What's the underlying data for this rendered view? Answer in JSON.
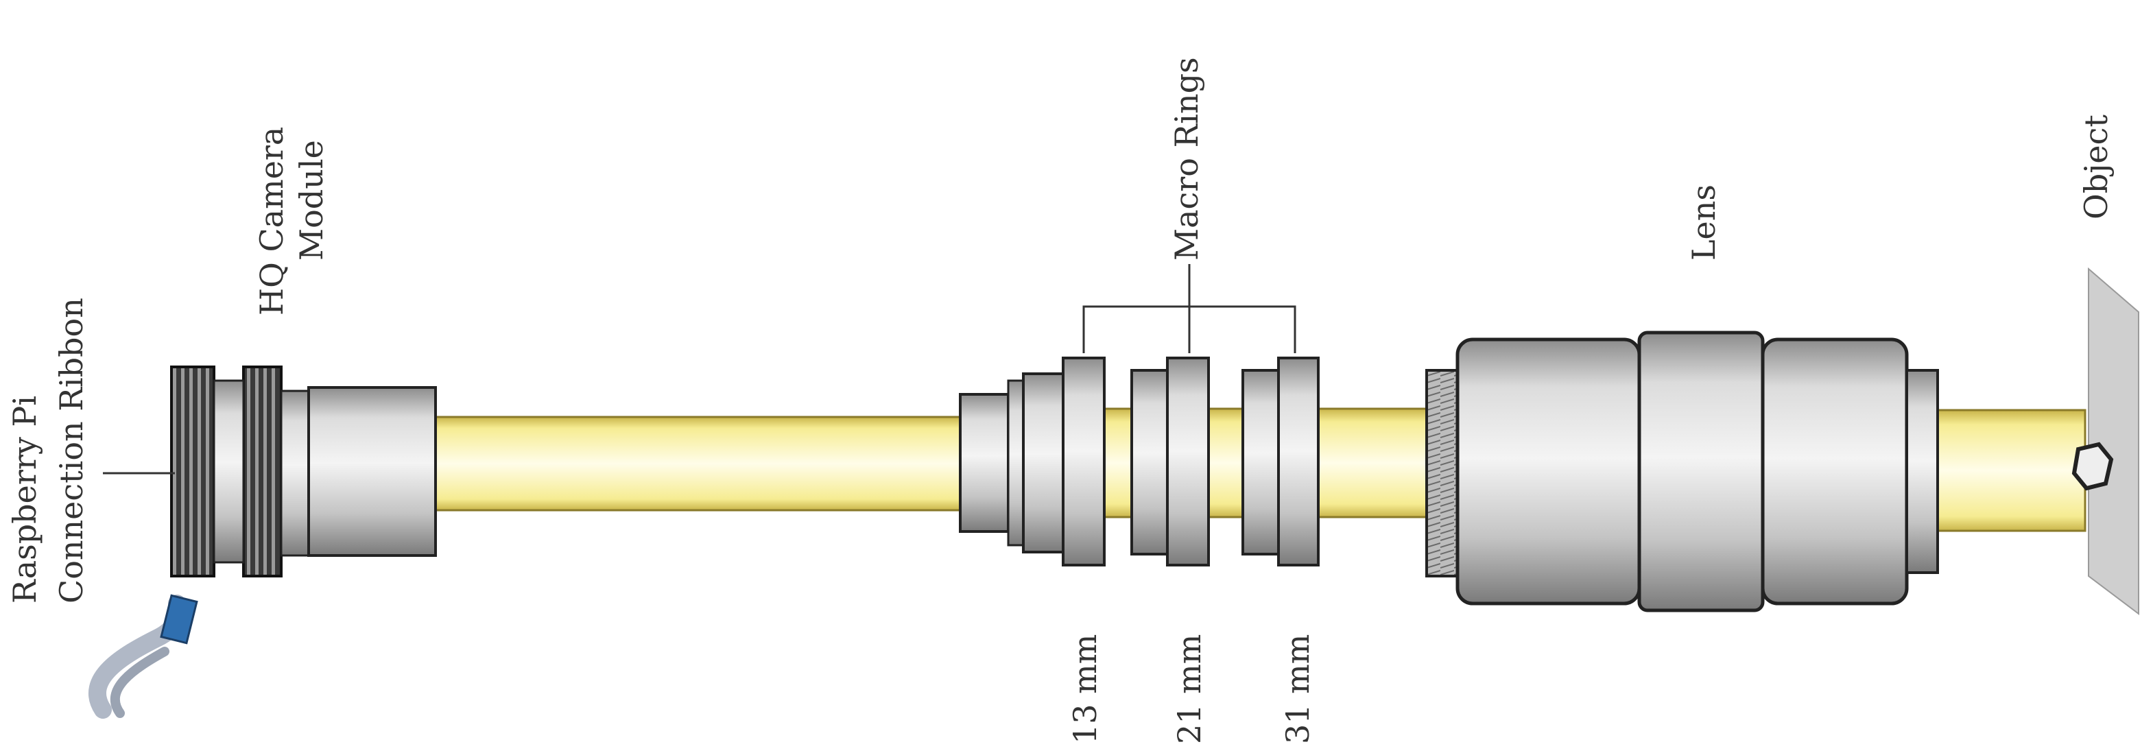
{
  "labels": {
    "ribbon": [
      "Raspberry Pi",
      "Connection Ribbon"
    ],
    "camera": [
      "HQ Camera",
      "Module"
    ],
    "macro_rings": "Macro Rings",
    "lens": "Lens",
    "object": "Object"
  },
  "ring_sizes": [
    "13 mm",
    "21 mm",
    "31 mm"
  ],
  "colors": {
    "light_beam": "#f4eb8c",
    "metal_mid": "#c8c8c8",
    "metal_dark": "#2a2a2a",
    "object_plane": "#c9c9c9",
    "ribbon": "#2f6fb0"
  }
}
